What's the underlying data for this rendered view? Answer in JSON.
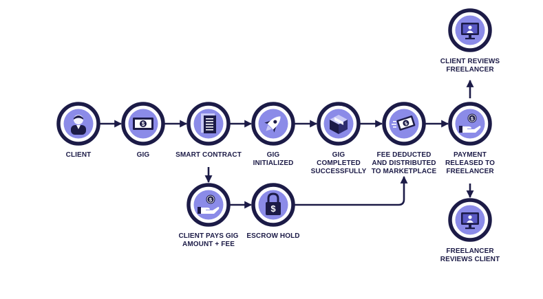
{
  "colors": {
    "ring": "#1c1b47",
    "fill": "#8b8be8",
    "icon_dark": "#1c1b47",
    "icon_light": "#ffffff",
    "arrow": "#1c1b47",
    "text": "#1c1b47"
  },
  "nodes": [
    {
      "id": "client",
      "icon": "person-icon",
      "label_lines": [
        "CLIENT"
      ]
    },
    {
      "id": "gig",
      "icon": "banknote-icon",
      "label_lines": [
        "GIG"
      ]
    },
    {
      "id": "smart-contract",
      "icon": "document-icon",
      "label_lines": [
        "SMART CONTRACT"
      ]
    },
    {
      "id": "gig-initialized",
      "icon": "rocket-icon",
      "label_lines": [
        "GIG",
        "INITIALIZED"
      ]
    },
    {
      "id": "gig-completed",
      "icon": "package-icon",
      "label_lines": [
        "GIG",
        "COMPLETED",
        "SUCCESSFULLY"
      ]
    },
    {
      "id": "fee-deducted",
      "icon": "flying-money-icon",
      "label_lines": [
        "FEE DEDUCTED",
        "AND DISTRIBUTED",
        "TO MARKETPLACE"
      ]
    },
    {
      "id": "payment-released",
      "icon": "hand-coin-icon",
      "label_lines": [
        "PAYMENT",
        "RELEASED TO",
        "FREELANCER"
      ]
    },
    {
      "id": "client-reviews",
      "icon": "monitor-user-icon",
      "label_lines": [
        "CLIENT REVIEWS",
        "FREELANCER"
      ]
    },
    {
      "id": "freelancer-reviews",
      "icon": "monitor-user-icon",
      "label_lines": [
        "FREELANCER",
        "REVIEWS CLIENT"
      ]
    },
    {
      "id": "client-pays",
      "icon": "hand-coin-icon",
      "label_lines": [
        "CLIENT PAYS GIG",
        "AMOUNT + FEE"
      ]
    },
    {
      "id": "escrow-hold",
      "icon": "padlock-dollar-icon",
      "label_lines": [
        "ESCROW HOLD"
      ]
    }
  ],
  "edges": [
    {
      "from": "client",
      "to": "gig"
    },
    {
      "from": "gig",
      "to": "smart-contract"
    },
    {
      "from": "smart-contract",
      "to": "gig-initialized"
    },
    {
      "from": "gig-initialized",
      "to": "gig-completed"
    },
    {
      "from": "gig-completed",
      "to": "fee-deducted"
    },
    {
      "from": "fee-deducted",
      "to": "payment-released"
    },
    {
      "from": "payment-released",
      "to": "client-reviews"
    },
    {
      "from": "payment-released",
      "to": "freelancer-reviews"
    },
    {
      "from": "smart-contract",
      "to": "client-pays"
    },
    {
      "from": "client-pays",
      "to": "escrow-hold"
    },
    {
      "from": "escrow-hold",
      "to": "fee-deducted"
    }
  ]
}
